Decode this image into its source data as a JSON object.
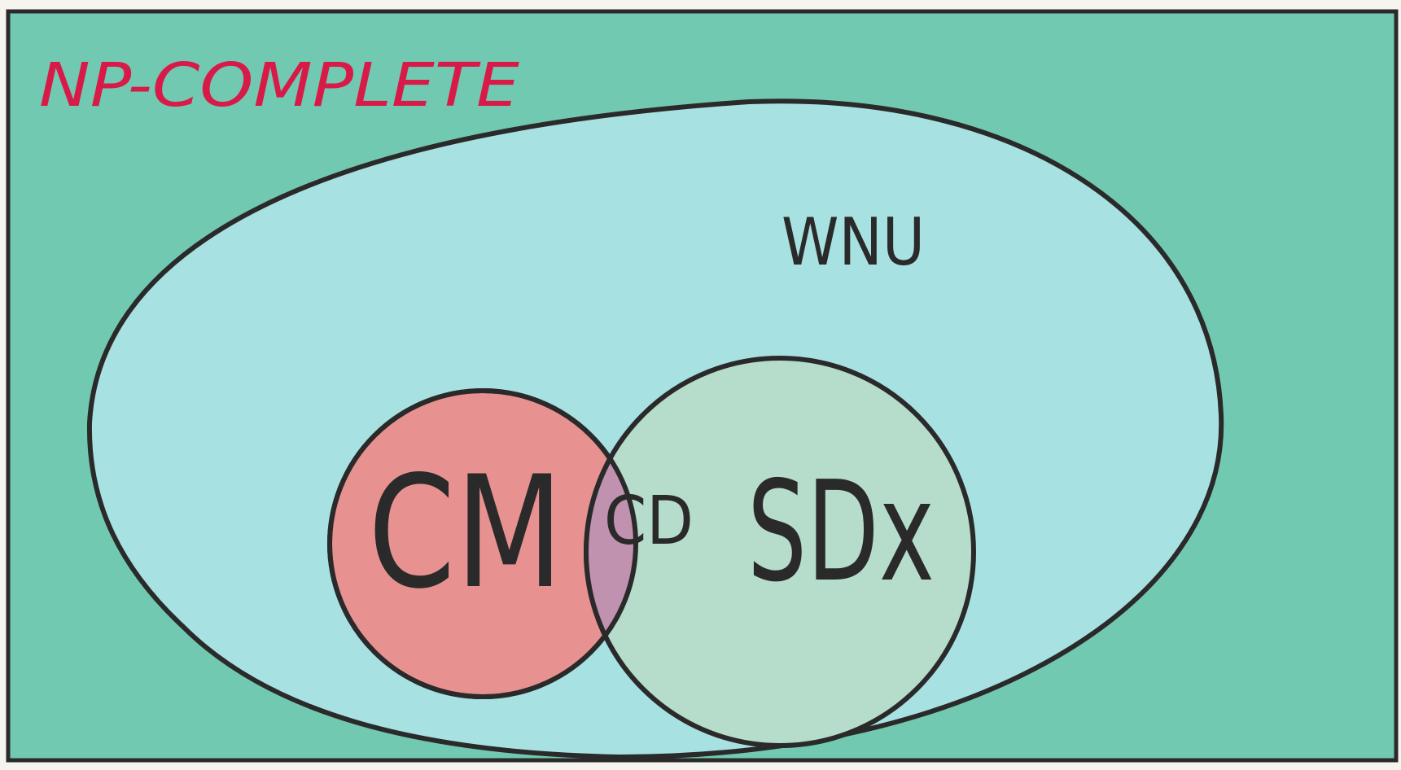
{
  "diagram": {
    "frame": {
      "label": "NP-COMPLETE",
      "fill": "#72c9b1",
      "label_color": "#d81a48"
    },
    "outer_set": {
      "label": "WNU",
      "fill": "#a8e1e1"
    },
    "sets": [
      {
        "id": "cm",
        "label": "CM",
        "fill": "#e79290"
      },
      {
        "id": "sdx",
        "label": "SDx",
        "fill": "#b6dccb"
      }
    ],
    "intersection": {
      "label": "CD",
      "fill": "#c092b0"
    },
    "stroke_color": "#2a2a2a",
    "text_color": "#2a2a2a"
  }
}
